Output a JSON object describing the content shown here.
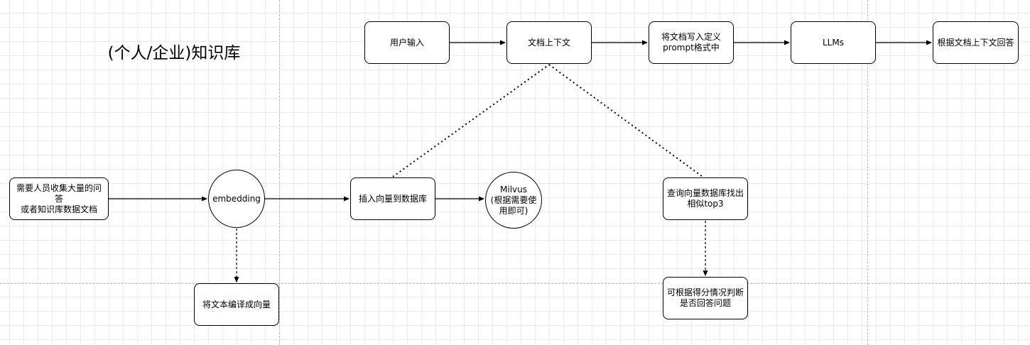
{
  "diagram": {
    "title": "(个人/企业)知识库",
    "nodes": {
      "user_input": "用户输入",
      "doc_context": "文档上下文",
      "write_prompt": "将文档写入定义\nprompt格式中",
      "llms": "LLMs",
      "answer": "根据文档上下文回答",
      "collect_docs": "需要人员收集大量的问答\n或者知识库数据文档",
      "embedding": "embedding",
      "encode_vector": "将文本编译成向量",
      "insert_db": "插入向量到数据库",
      "milvus": "Milvus\n(根据需要使\n用即可)",
      "query_db": "查询向量数据库找出\n相似top3",
      "judge_score": "可根据得分情况判断\n是否回答问题"
    }
  }
}
